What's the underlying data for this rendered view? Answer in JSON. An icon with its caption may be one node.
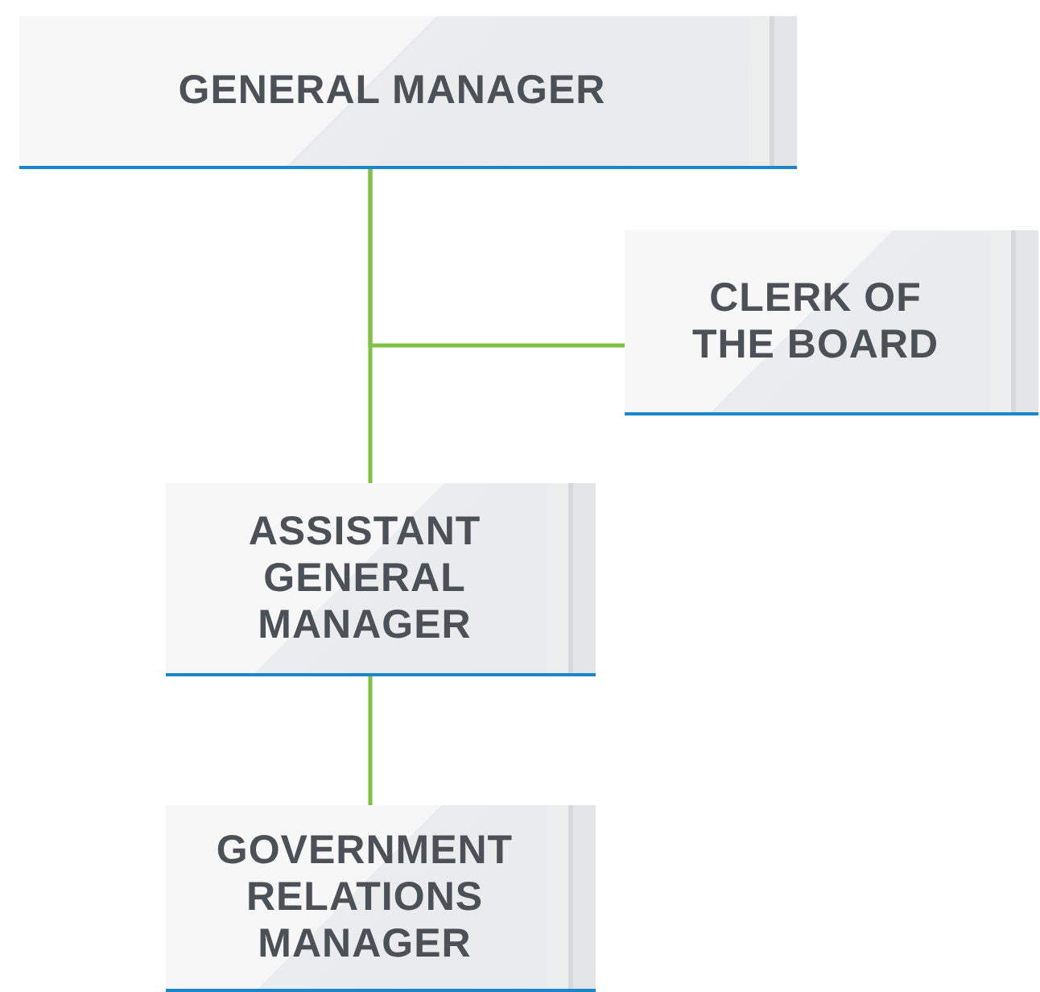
{
  "diagram": {
    "nodes": [
      {
        "text": [
          "GENERAL MANAGER"
        ]
      },
      {
        "text": [
          "CLERK OF THE BOARD"
        ]
      },
      {
        "text": [
          "ASSISTANT GENERAL MANAGER"
        ]
      },
      {
        "text": [
          "GOVERNMENT RELATIONS MANAGER"
        ]
      }
    ],
    "edges": [
      {
        "from": 0,
        "to": 2,
        "arrow": "none"
      },
      {
        "from": 0,
        "to": 1,
        "arrow": "none"
      },
      {
        "from": 2,
        "to": 3,
        "arrow": "none"
      }
    ]
  }
}
